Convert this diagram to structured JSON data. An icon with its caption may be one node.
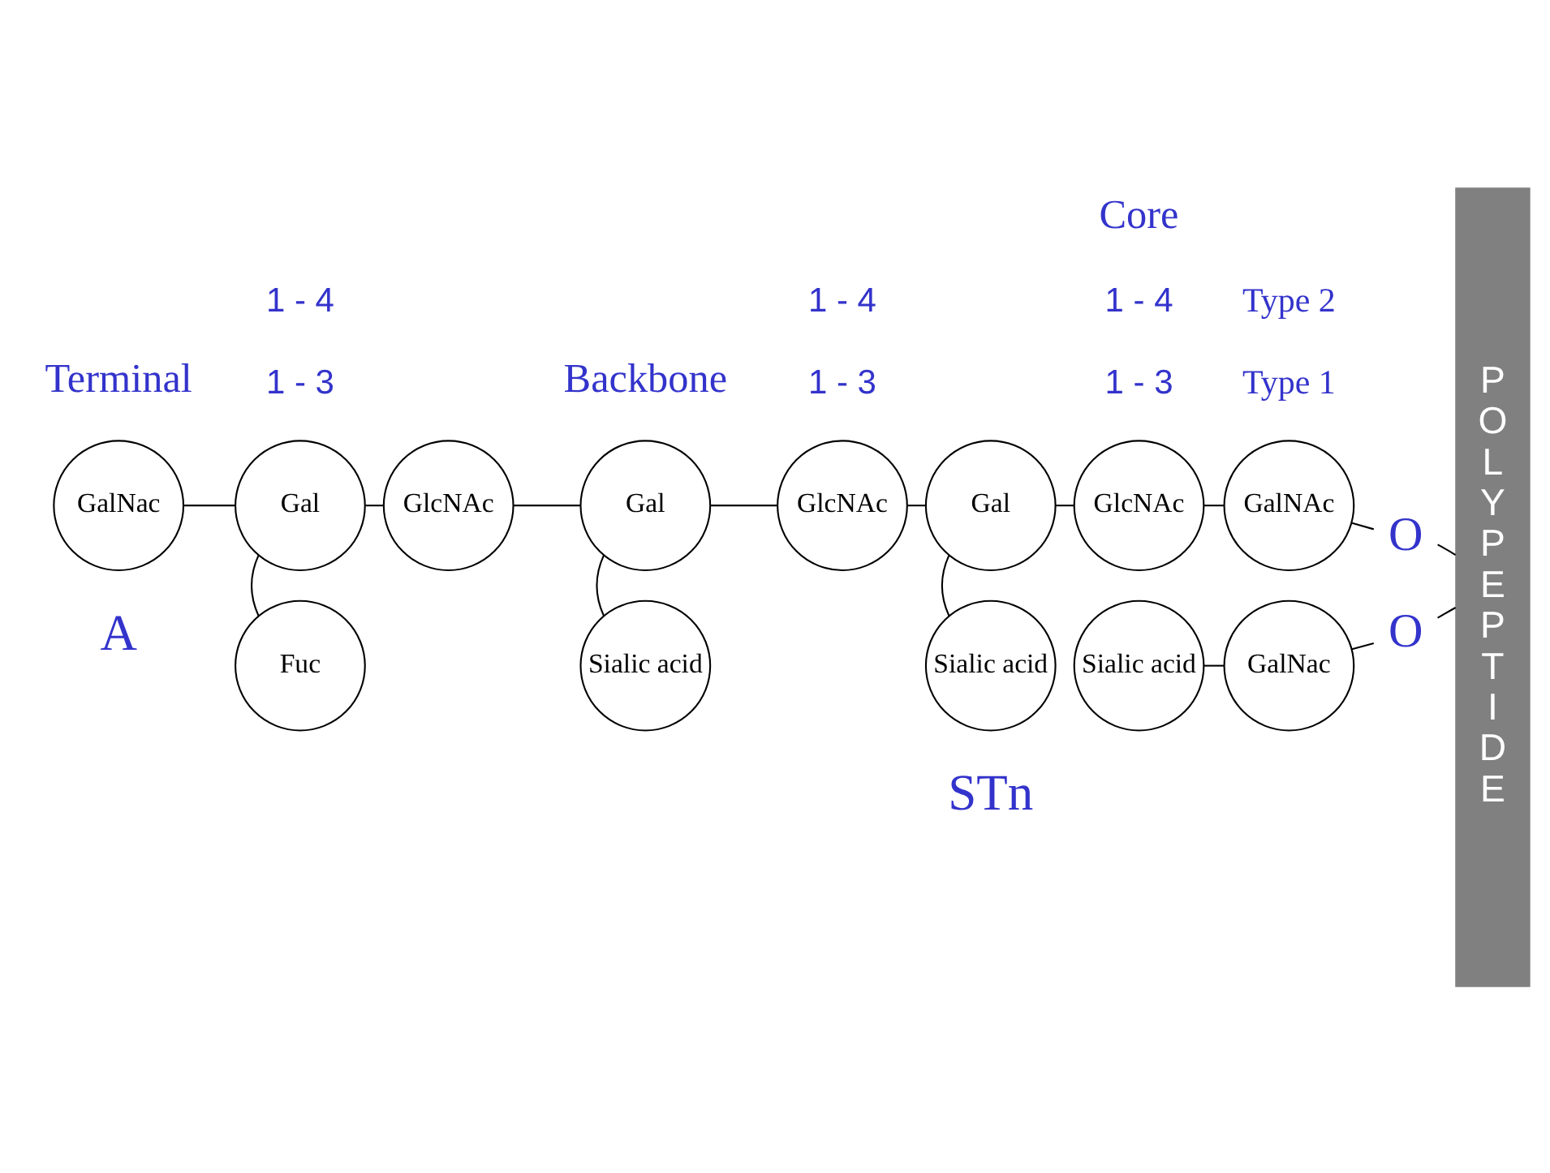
{
  "diagram": {
    "nodes": [
      {
        "text": [
          "GalNac"
        ]
      },
      {
        "text": [
          "Gal"
        ]
      },
      {
        "text": [
          "GlcNAc"
        ]
      },
      {
        "text": [
          "Gal"
        ]
      },
      {
        "text": [
          "GlcNAc"
        ]
      },
      {
        "text": [
          "Gal"
        ]
      },
      {
        "text": [
          "GlcNAc"
        ]
      },
      {
        "text": [
          "GalNAc"
        ]
      },
      {
        "text": [
          "O"
        ]
      },
      {
        "text": [
          "POLYPEPTIDE"
        ]
      },
      {
        "text": [
          "Fuc"
        ]
      },
      {
        "text": [
          "Sialic acid"
        ]
      },
      {
        "text": [
          "Sialic acid"
        ]
      },
      {
        "text": [
          "Sialic acid"
        ]
      },
      {
        "text": [
          "GalNac"
        ]
      },
      {
        "text": [
          "O"
        ]
      }
    ],
    "edges": [
      {
        "from": 0,
        "to": 1,
        "arrow": "none"
      },
      {
        "from": 1,
        "to": 2,
        "arrow": "none"
      },
      {
        "from": 2,
        "to": 3,
        "arrow": "none"
      },
      {
        "from": 3,
        "to": 4,
        "arrow": "none"
      },
      {
        "from": 4,
        "to": 5,
        "arrow": "none"
      },
      {
        "from": 5,
        "to": 6,
        "arrow": "none"
      },
      {
        "from": 6,
        "to": 7,
        "arrow": "none"
      },
      {
        "from": 7,
        "to": 8,
        "arrow": "none"
      },
      {
        "from": 8,
        "to": 9,
        "arrow": "none"
      },
      {
        "from": 1,
        "to": 10,
        "arrow": "none"
      },
      {
        "from": 3,
        "to": 11,
        "arrow": "none"
      },
      {
        "from": 5,
        "to": 12,
        "arrow": "none"
      },
      {
        "from": 13,
        "to": 14,
        "arrow": "none"
      },
      {
        "from": 14,
        "to": 15,
        "arrow": "none"
      },
      {
        "from": 15,
        "to": 9,
        "arrow": "none"
      }
    ],
    "labels": [
      "Terminal",
      "Backbone",
      "Core",
      "1 - 4",
      "1 - 4",
      "1 - 4",
      "Type 2",
      "1 - 3",
      "1 - 3",
      "1 - 3",
      "Type 1",
      "A",
      "STn"
    ]
  }
}
